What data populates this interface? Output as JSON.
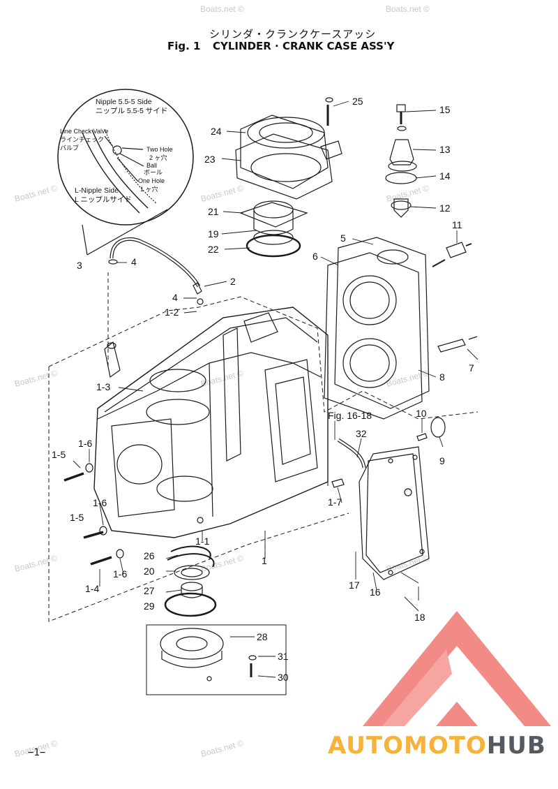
{
  "header": {
    "title_jp": "シリンダ・クランクケースアッシ",
    "fig_label": "Fig. 1",
    "title_en": "CYLINDER · CRANK CASE ASS'Y"
  },
  "inset": {
    "nipple_side": "Nipple 5.5-5 Side",
    "nipple_side_jp": "ニップル 5.5-5 サイド",
    "line_check_valve": "Line Check Valve",
    "line_check_valve_jp1": "ラインチェック",
    "line_check_valve_jp2": "バルブ",
    "two_hole": "Two Hole",
    "two_hole_jp": "2 ヶ穴",
    "ball": "Ball",
    "ball_jp": "ボール",
    "one_hole": "One Hole",
    "one_hole_jp": "1 ヶ穴",
    "l_nipple_side": "L-Nipple Side",
    "l_nipple_side_jp": "L ニップルサイド"
  },
  "callouts": [
    "25",
    "15",
    "24",
    "13",
    "23",
    "14",
    "21",
    "12",
    "19",
    "11",
    "22",
    "5",
    "3",
    "4",
    "6",
    "2",
    "4",
    "1-2",
    "7",
    "1-3",
    "8",
    "10",
    "Fig. 16-18",
    "32",
    "9",
    "1-5",
    "1-6",
    "1-6",
    "1-7",
    "1-5",
    "1-1",
    "26",
    "1",
    "1-6",
    "20",
    "17",
    "16",
    "1-4",
    "27",
    "29",
    "18",
    "28",
    "31",
    "30"
  ],
  "page_number": "−1−",
  "watermark": "Boats.net ©",
  "brand": {
    "part1": "AUTO",
    "part2": "MOTO",
    "part3": "HUB"
  },
  "colors": {
    "line": "#1a1a1a",
    "brand_triangle": "#f28b86",
    "brand_orange": "#f6b23a",
    "brand_gray": "#555a60"
  }
}
